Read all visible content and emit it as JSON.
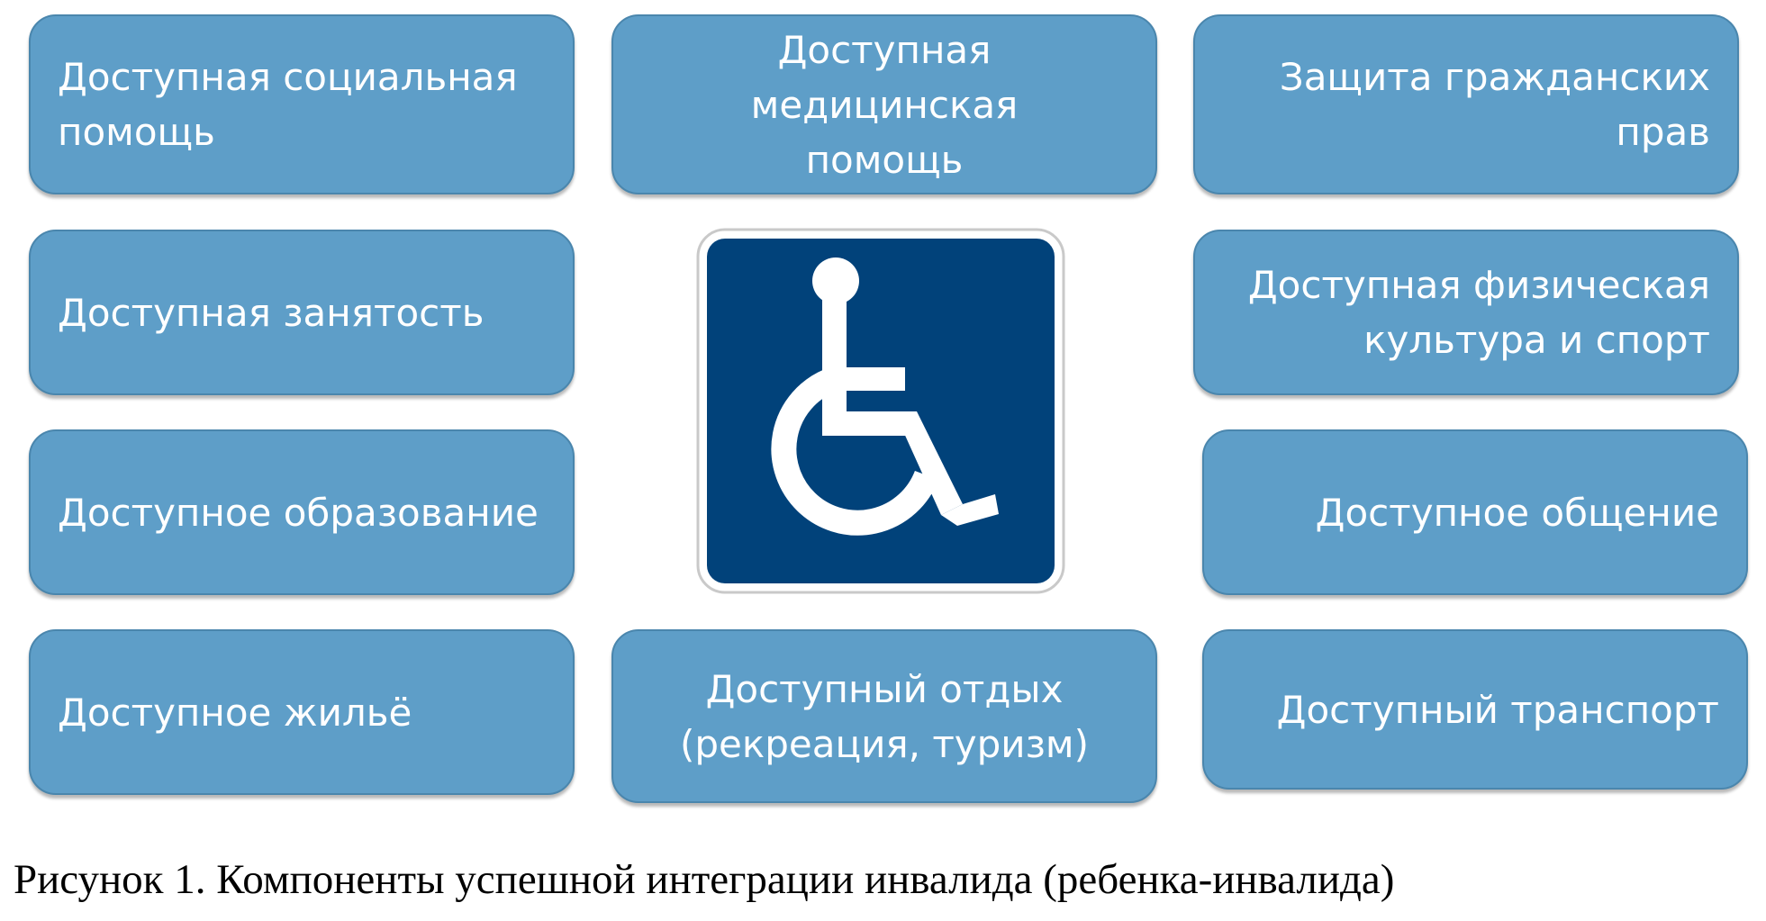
{
  "boxes": {
    "social_help": "Доступная социальная\nпомощь",
    "medical_help": "Доступная медицинская\nпомощь",
    "civil_rights": "Защита гражданских\nправ",
    "employment": "Доступная занятость",
    "physical_culture": "Доступная физическая\nкультура и спорт",
    "education": "Доступное образование",
    "communication": "Доступное общение",
    "housing": "Доступное жильё",
    "recreation": "Доступный отдых\n(рекреация, туризм)",
    "transport": "Доступный транспорт"
  },
  "caption": "Рисунок 1. Компоненты успешной интеграции инвалида (ребенка-инвалида)",
  "icons": {
    "center": "wheelchair-accessibility-icon"
  },
  "colors": {
    "box_fill": "#5e9ec8",
    "box_border": "#4a86ad",
    "sign_fill": "#01427a",
    "box_text": "#ffffff"
  }
}
